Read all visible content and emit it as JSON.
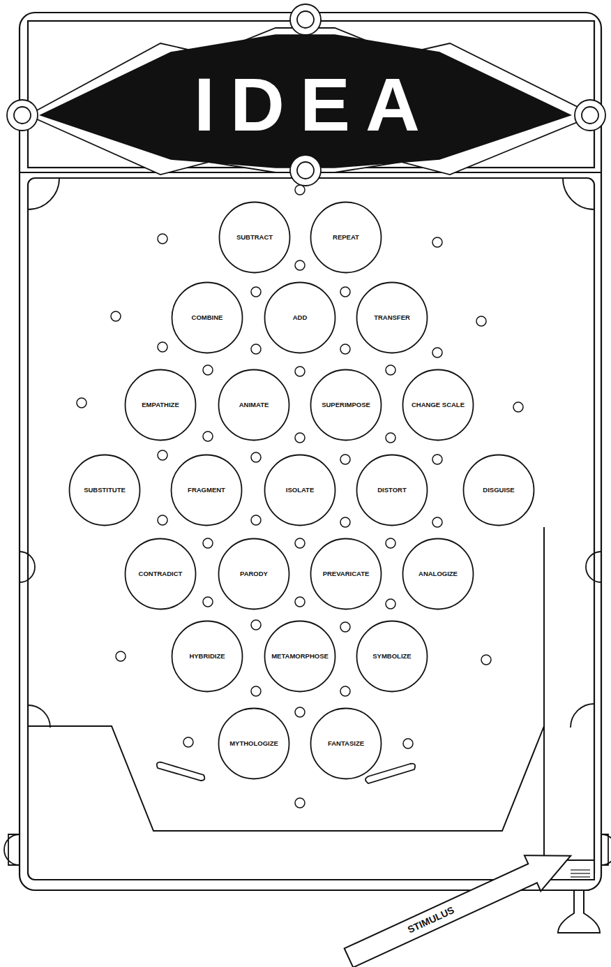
{
  "diagram": {
    "title": "IDEA",
    "nodes": [
      {
        "text": [
          "SUBTRACT"
        ]
      },
      {
        "text": [
          "REPEAT"
        ]
      },
      {
        "text": [
          "COMBINE"
        ]
      },
      {
        "text": [
          "ADD"
        ]
      },
      {
        "text": [
          "TRANSFER"
        ]
      },
      {
        "text": [
          "EMPATHIZE"
        ]
      },
      {
        "text": [
          "ANIMATE"
        ]
      },
      {
        "text": [
          "SUPERIMPOSE"
        ]
      },
      {
        "text": [
          "CHANGE SCALE"
        ]
      },
      {
        "text": [
          "SUBSTITUTE"
        ]
      },
      {
        "text": [
          "FRAGMENT"
        ]
      },
      {
        "text": [
          "ISOLATE"
        ]
      },
      {
        "text": [
          "DISTORT"
        ]
      },
      {
        "text": [
          "DISGUISE"
        ]
      },
      {
        "text": [
          "CONTRADICT"
        ]
      },
      {
        "text": [
          "PARODY"
        ]
      },
      {
        "text": [
          "PREVARICATE"
        ]
      },
      {
        "text": [
          "ANALOGIZE"
        ]
      },
      {
        "text": [
          "HYBRIDIZE"
        ]
      },
      {
        "text": [
          "METAMORPHOSE"
        ]
      },
      {
        "text": [
          "SYMBOLIZE"
        ]
      },
      {
        "text": [
          "MYTHOLOGIZE"
        ]
      },
      {
        "text": [
          "FANTASIZE"
        ]
      }
    ],
    "labels": [
      "STIMULUS"
    ]
  }
}
